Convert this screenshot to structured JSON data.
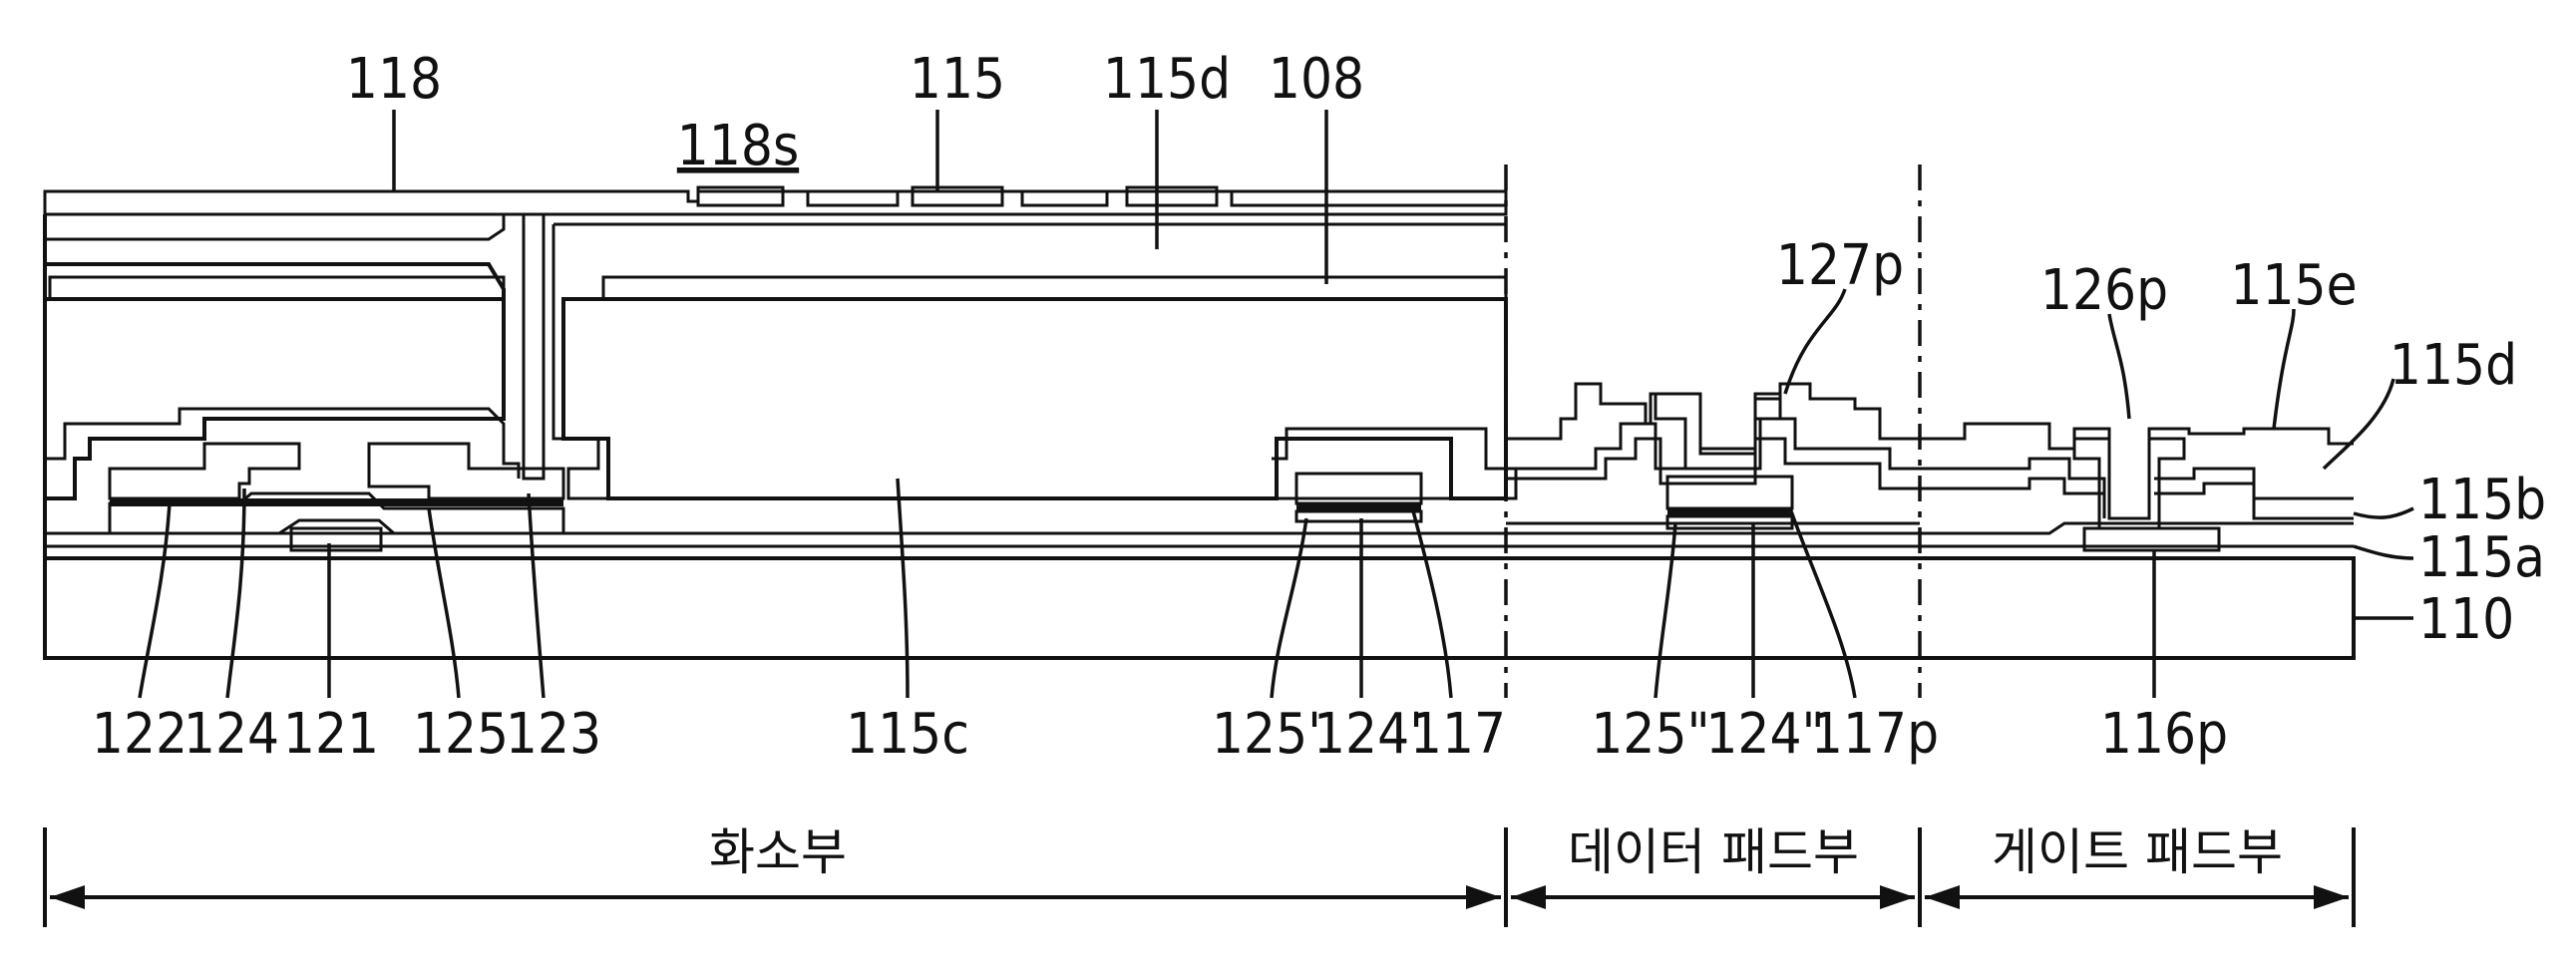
{
  "figure": {
    "top_labels": {
      "l118": "118",
      "l118s": "118s",
      "l115": "115",
      "l115d": "115d",
      "l108": "108",
      "l127p": "127p",
      "l126p": "126p",
      "l115e": "115e",
      "l115d_r": "115d"
    },
    "side_labels": {
      "l115b": "115b",
      "l115a": "115a",
      "l110": "110"
    },
    "bottom_labels": {
      "l122": "122",
      "l124": "124",
      "l121": "121",
      "l125": "125",
      "l123": "123",
      "l115c": "115c",
      "l125p": "125'",
      "l124p": "124'",
      "l117": "117",
      "l125pp": "125\"",
      "l124pp": "124\"",
      "l117p": "117p",
      "l116p": "116p"
    },
    "regions": {
      "pixel": "화소부",
      "data_pad": "데이터 패드부",
      "gate_pad": "게이트 패드부"
    }
  }
}
